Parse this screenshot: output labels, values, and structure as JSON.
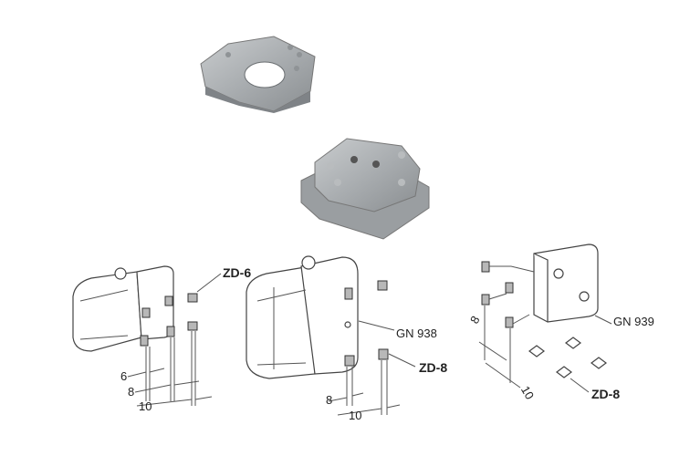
{
  "labels": {
    "zd6": "ZD-6",
    "gn938": "GN 938",
    "zd8_middle": "ZD-8",
    "gn939": "GN 939",
    "zd8_right": "ZD-8"
  },
  "dimensions": {
    "left": [
      "6",
      "8",
      "10"
    ],
    "middle": [
      "8",
      "10"
    ],
    "right": [
      "8",
      "10"
    ]
  },
  "colors": {
    "metal": "#a9adb0",
    "metal_dark": "#7f8387",
    "line": "#444444"
  }
}
